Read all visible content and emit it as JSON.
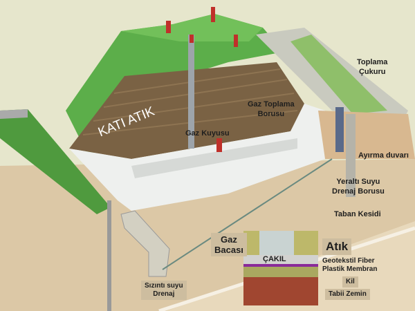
{
  "labels": {
    "waste_fill": "KATI ATIK",
    "gas_well": "Gaz Kuyusu",
    "gas_collection_pipe": [
      "Gaz Toplama",
      "Borusu"
    ],
    "collection_sump": [
      "Toplama",
      "Çukuru"
    ],
    "separation_wall": "Ayırma duvarı",
    "groundwater_drain": [
      "Yeraltı Suyu",
      "Drenaj Borusu"
    ],
    "base_section": "Taban Kesidi",
    "leachate_drain": [
      "Sızıntı suyu",
      "Drenaj"
    ]
  },
  "inset": {
    "gas_vent": [
      "Gaz",
      "Bacası"
    ],
    "waste": "Atık",
    "gravel": "ÇAKIL",
    "geotextile": "Geotekstil Fiber",
    "membrane": "Plastik Membran",
    "clay": "Kil",
    "natural_ground": "Tabii Zemin"
  },
  "colors": {
    "grass": "#5cae4a",
    "waste": "#7a6244",
    "liner": "#eef0ee",
    "ground": "#dcc8a6",
    "clay_layer": "#a9a860",
    "natural_soil": "#a04630",
    "membrane": "#8a2a9a",
    "flag": "#c0302a"
  }
}
